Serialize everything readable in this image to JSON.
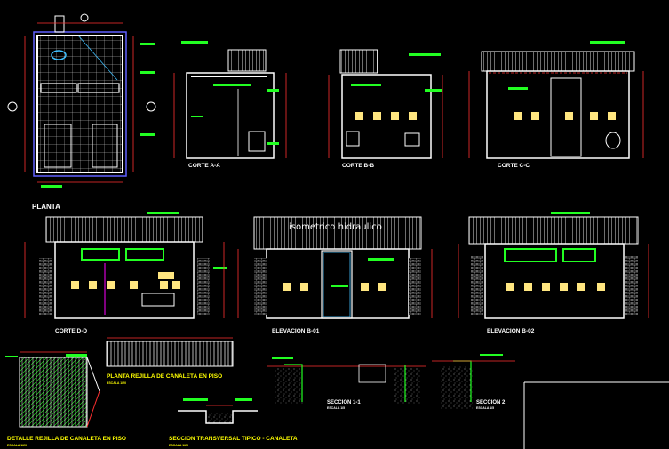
{
  "drawing": {
    "colors": {
      "background": "#000000",
      "wall": "#ffffff",
      "tile": "#ffe680",
      "annotation": "#22ff22",
      "dimension": "#ff3030",
      "hatch": "#c0c0c0",
      "accent": "#ff00ff",
      "light_blue": "#40c0ff",
      "section_frame": "#6060ff"
    },
    "overlay_label": "isometrico hidraulico",
    "views": {
      "planta": {
        "label": "PLANTA"
      },
      "corte_a": {
        "label": "CORTE A-A"
      },
      "corte_b": {
        "label": "CORTE B-B"
      },
      "corte_c": {
        "label": "CORTE C-C"
      },
      "corte_d": {
        "label": "CORTE D-D"
      },
      "elev_b01": {
        "label": "ELEVACION B-01"
      },
      "elev_b02": {
        "label": "ELEVACION B-02"
      },
      "planta_rejilla": {
        "label": "PLANTA REJILLA DE CANALETA EN PISO",
        "scale": "ESCALA 1/20"
      },
      "detalle_rejilla": {
        "label": "DETALLE REJILLA DE CANALETA EN PISO",
        "scale": "ESCALA 1/20"
      },
      "seccion_transversal": {
        "label": "SECCION TRANSVERSAL TIPICO - CANALETA",
        "scale": "ESCALA 1/20"
      },
      "seccion_1": {
        "label": "SECCION 1-1",
        "scale": "ESCALA 1/5"
      },
      "seccion_2": {
        "label": "SECCION 2",
        "scale": "ESCALA 1/5"
      }
    }
  }
}
